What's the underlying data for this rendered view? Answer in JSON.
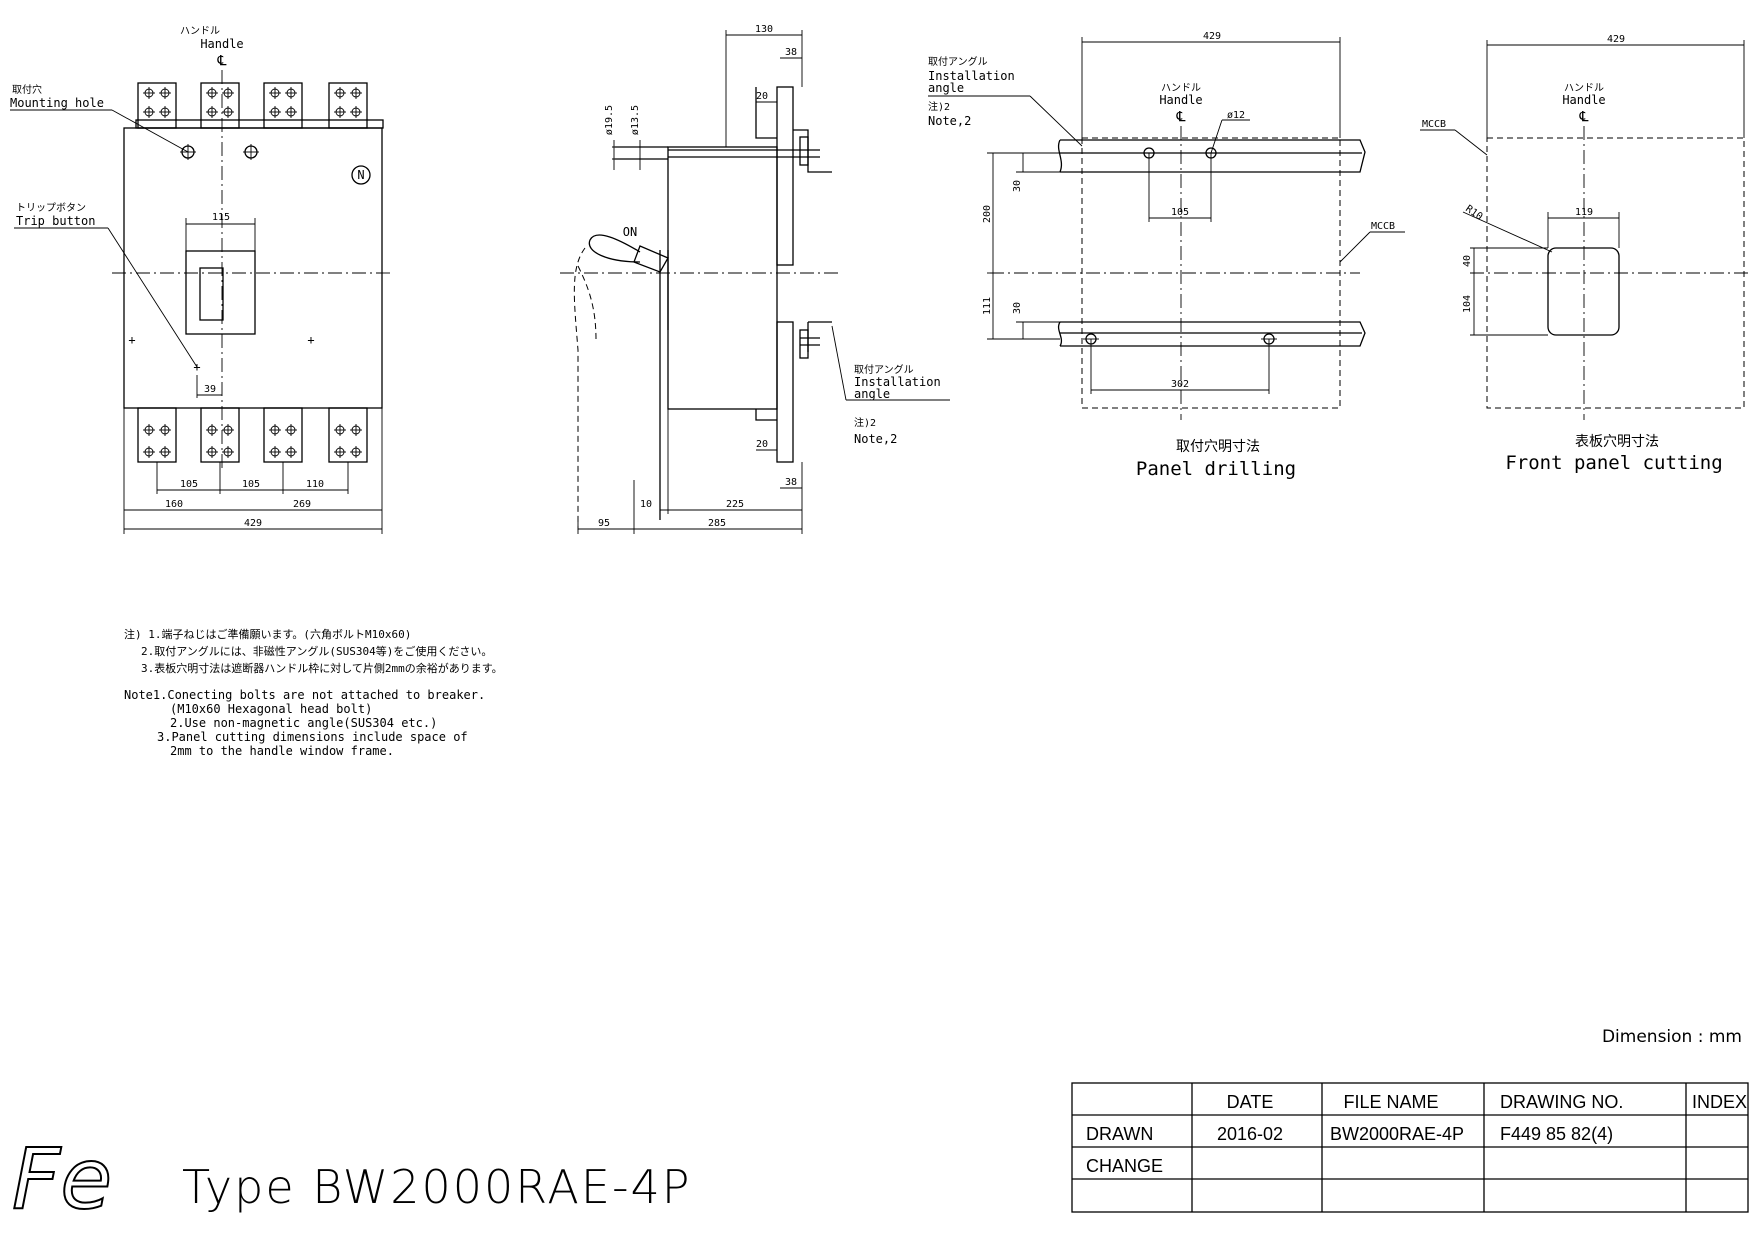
{
  "front_view": {
    "handle_jp": "ハンドル",
    "handle_en": "Handle",
    "cl": "℄",
    "mounting_hole_jp": "取付穴",
    "mounting_hole_en": "Mounting hole",
    "trip_jp": "トリップボタン",
    "trip_en": "Trip button",
    "n_mark": "N",
    "dim_115": "115",
    "dim_39": "39",
    "dim_105a": "105",
    "dim_105b": "105",
    "dim_110": "110",
    "dim_160": "160",
    "dim_269": "269",
    "dim_429": "429"
  },
  "side_view": {
    "dim_130": "130",
    "dim_38_top": "38",
    "dim_20_top": "20",
    "dim_19_5": "ø19.5",
    "dim_13_5": "ø13.5",
    "on": "ON",
    "angle_jp": "取付アングル",
    "angle_en1": "Installation",
    "angle_en2": "angle",
    "note_jp": "注)2",
    "note_en": "Note,2",
    "dim_20_bot": "20",
    "dim_38_bot": "38",
    "dim_10": "10",
    "dim_225": "225",
    "dim_95": "95",
    "dim_285": "285"
  },
  "panel_drilling": {
    "angle_jp": "取付アングル",
    "angle_en1": "Installation",
    "angle_en2": "angle",
    "note_jp": "注)2",
    "note_en": "Note,2",
    "dim_429": "429",
    "handle_jp": "ハンドル",
    "handle_en": "Handle",
    "cl": "℄",
    "dim_phi12": "ø12",
    "dim_30a": "30",
    "dim_200": "200",
    "dim_105": "105",
    "mccb": "MCCB",
    "dim_111": "111",
    "dim_30b": "30",
    "dim_302": "302",
    "caption_jp": "取付穴明寸法",
    "caption_en": "Panel drilling"
  },
  "front_panel_cutting": {
    "dim_429": "429",
    "handle_jp": "ハンドル",
    "handle_en": "Handle",
    "cl": "℄",
    "mccb": "MCCB",
    "r10": "R10",
    "dim_119": "119",
    "dim_40": "40",
    "dim_104": "104",
    "caption_jp": "表板穴明寸法",
    "caption_en": "Front panel cutting"
  },
  "notes": {
    "jp1": "注) 1.端子ねじはご準備願います。(六角ボルトM10x60)",
    "jp2": "2.取付アングルには、非磁性アングル(SUS304等)をご使用ください。",
    "jp3": "3.表板穴明寸法は遮断器ハンドル枠に対して片側2mmの余裕があります。",
    "en1": "Note1.Conecting bolts are not attached to breaker.",
    "en1b": "(M10x60 Hexagonal head bolt)",
    "en2": "2.Use non-magnetic angle(SUS304 etc.)",
    "en3": "3.Panel cutting dimensions include space of",
    "en3b": "2mm to the handle window frame."
  },
  "dimension_unit": "Dimension : mm",
  "title": {
    "logo": "Fe",
    "type_label": "Type BW2000RAE-4P"
  },
  "title_block": {
    "headers": [
      "",
      "DATE",
      "FILE NAME",
      "DRAWING NO.",
      "INDEX"
    ],
    "rows": [
      [
        "DRAWN",
        "2016-02",
        "BW2000RAE-4P",
        "F449 85 82(4)",
        ""
      ],
      [
        "CHANGE",
        "",
        "",
        "",
        ""
      ],
      [
        "",
        "",
        "",
        "",
        ""
      ]
    ]
  }
}
